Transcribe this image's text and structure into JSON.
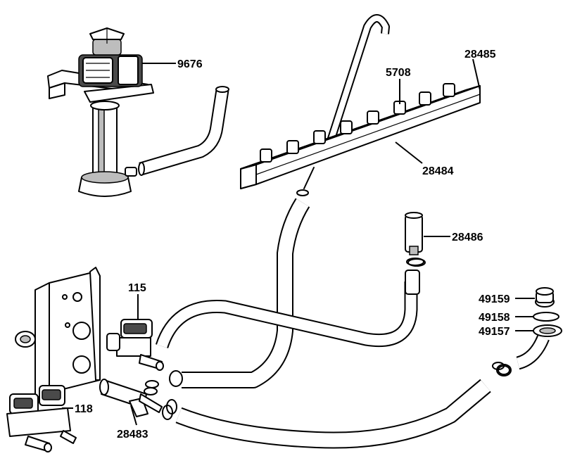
{
  "diagram": {
    "callouts": {
      "pump": "9676",
      "manifold_end_cap": "28485",
      "manifold_nozzle": "5708",
      "manifold_tube": "28484",
      "fill_tube_nozzle": "28486",
      "drain_fitting_cap": "49159",
      "drain_gasket": "49158",
      "drain_fitting": "49157",
      "water_valve_single": "115",
      "water_valve_double": "118",
      "tee_fitting": "28483"
    }
  }
}
